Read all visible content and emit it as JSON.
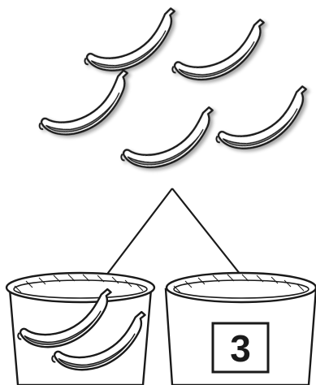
{
  "bananas": {
    "top_group": {
      "count": 5,
      "item_icon": "banana-icon"
    },
    "left_basket": {
      "count": 2,
      "item_icon": "banana-icon"
    }
  },
  "right_basket": {
    "number": "3"
  },
  "colors": {
    "ink": "#1a1a1a",
    "banana_shade": "#8a8a8a",
    "paper": "#ffffff"
  }
}
